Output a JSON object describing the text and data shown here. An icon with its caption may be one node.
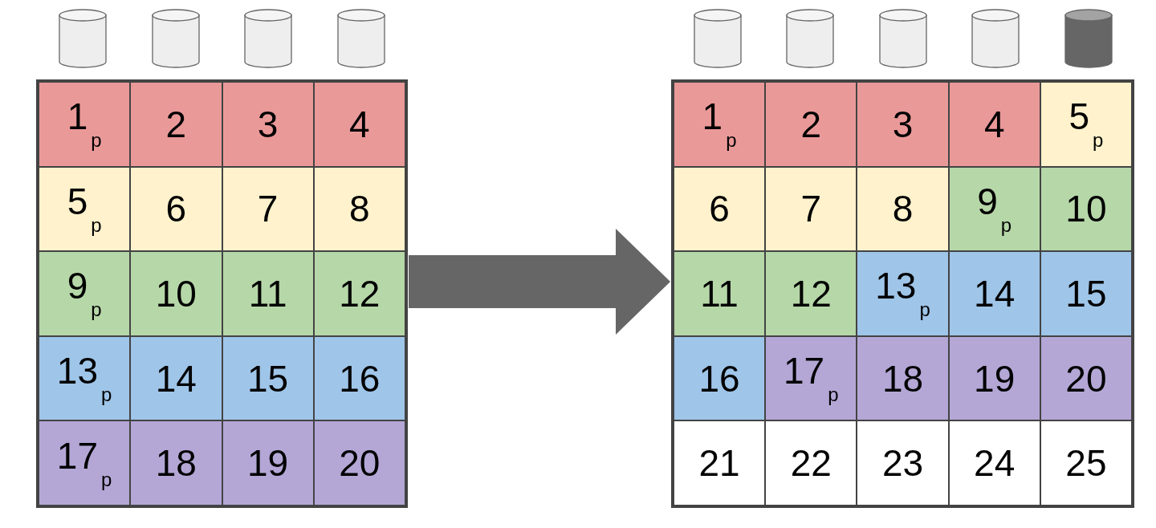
{
  "diagram": {
    "nodes": [
      {
        "text": [],
        "shape": "cylinder"
      },
      {
        "text": [],
        "shape": "cylinder"
      },
      {
        "text": [],
        "shape": "cylinder"
      },
      {
        "text": [],
        "shape": "cylinder"
      },
      {
        "text": [],
        "shape": "cylinder"
      },
      {
        "text": [],
        "shape": "cylinder"
      },
      {
        "text": [],
        "shape": "cylinder"
      },
      {
        "text": [],
        "shape": "cylinder"
      },
      {
        "text": [],
        "shape": "cylinder"
      },
      {
        "text": [],
        "shape": "box"
      },
      {
        "text": [
          "1$_{p}$"
        ],
        "in": 9
      },
      {
        "text": [
          "2"
        ],
        "in": 9
      },
      {
        "text": [
          "3"
        ],
        "in": 9
      },
      {
        "text": [
          "4"
        ],
        "in": 9
      },
      {
        "text": [
          "5$_{p}$"
        ],
        "in": 9
      },
      {
        "text": [
          "6"
        ],
        "in": 9
      },
      {
        "text": [
          "7"
        ],
        "in": 9
      },
      {
        "text": [
          "8"
        ],
        "in": 9
      },
      {
        "text": [
          "9$_{p}$"
        ],
        "in": 9
      },
      {
        "text": [
          "10"
        ],
        "in": 9
      },
      {
        "text": [
          "11"
        ],
        "in": 9
      },
      {
        "text": [
          "12"
        ],
        "in": 9
      },
      {
        "text": [
          "13$_{p}$"
        ],
        "in": 9
      },
      {
        "text": [
          "14"
        ],
        "in": 9
      },
      {
        "text": [
          "15"
        ],
        "in": 9
      },
      {
        "text": [
          "16"
        ],
        "in": 9
      },
      {
        "text": [
          "17$_{p}$"
        ],
        "in": 9
      },
      {
        "text": [
          "18"
        ],
        "in": 9
      },
      {
        "text": [
          "19"
        ],
        "in": 9
      },
      {
        "text": [
          "20"
        ],
        "in": 9
      },
      {
        "text": [],
        "shape": "box"
      },
      {
        "text": [
          "1$_{p}$"
        ],
        "in": 30
      },
      {
        "text": [
          "2"
        ],
        "in": 30
      },
      {
        "text": [
          "3"
        ],
        "in": 30
      },
      {
        "text": [
          "4"
        ],
        "in": 30
      },
      {
        "text": [
          "5$_{p}$"
        ],
        "in": 30
      },
      {
        "text": [
          "6"
        ],
        "in": 30
      },
      {
        "text": [
          "7"
        ],
        "in": 30
      },
      {
        "text": [
          "8"
        ],
        "in": 30
      },
      {
        "text": [
          "9$_{p}$"
        ],
        "in": 30
      },
      {
        "text": [
          "10"
        ],
        "in": 30
      },
      {
        "text": [
          "11"
        ],
        "in": 30
      },
      {
        "text": [
          "12"
        ],
        "in": 30
      },
      {
        "text": [
          "13$_{p}$"
        ],
        "in": 30
      },
      {
        "text": [
          "14"
        ],
        "in": 30
      },
      {
        "text": [
          "15"
        ],
        "in": 30
      },
      {
        "text": [
          "16"
        ],
        "in": 30
      },
      {
        "text": [
          "17$_{p}$"
        ],
        "in": 30
      },
      {
        "text": [
          "18"
        ],
        "in": 30
      },
      {
        "text": [
          "19"
        ],
        "in": 30
      },
      {
        "text": [
          "20"
        ],
        "in": 30
      },
      {
        "text": [
          "21"
        ],
        "in": 30
      },
      {
        "text": [
          "22"
        ],
        "in": 30
      },
      {
        "text": [
          "23"
        ],
        "in": 30
      },
      {
        "text": [
          "24"
        ],
        "in": 30
      },
      {
        "text": [
          "25"
        ],
        "in": 30
      }
    ],
    "edges": [
      {
        "from": 9,
        "to": 30,
        "arrow": "to"
      }
    ]
  }
}
